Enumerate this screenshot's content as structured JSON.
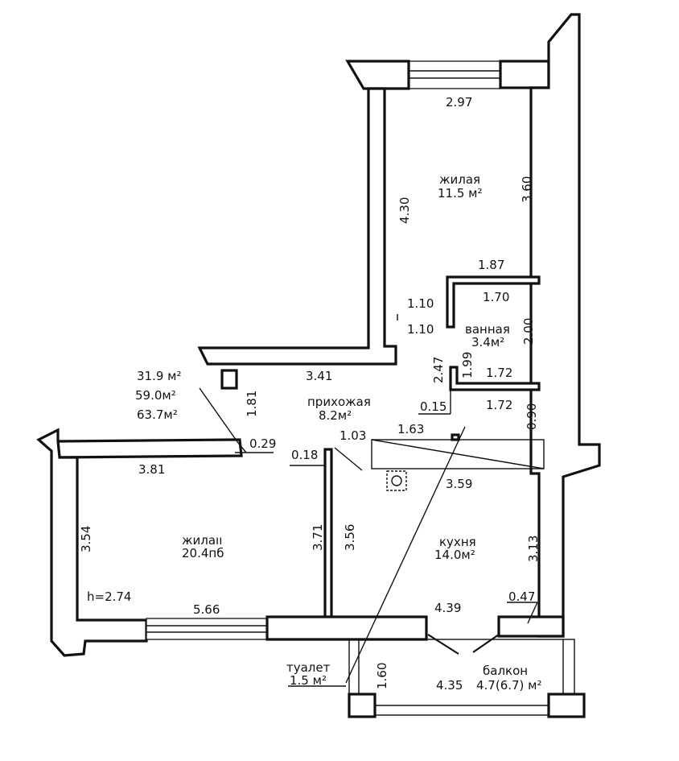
{
  "rooms": {
    "living_top": {
      "name": "жилая",
      "area": "11.5 м²"
    },
    "bath": {
      "name": "ванная",
      "area": "3.4м²"
    },
    "hall": {
      "name": "прихожая",
      "area": "8.2м²"
    },
    "living_left": {
      "name": "жилаıı",
      "area": "20.4пб"
    },
    "kitchen": {
      "name": "кухня",
      "area": "14.0м²"
    },
    "toilet": {
      "name": "туалет",
      "area": "1.5 м²"
    },
    "balcony": {
      "name": "балкон",
      "area": "4.7(6.7) м²"
    }
  },
  "areas": {
    "a1": "31.9 м²",
    "a2": "59.0м²",
    "a3": "63.7м²"
  },
  "ceiling": "h=2.74",
  "dims": {
    "d297": "2.97",
    "d360": "3.60",
    "d430": "4.30",
    "d187": "1.87",
    "d170": "1.70",
    "d110a": "1.10",
    "d110b": "1.10",
    "d200": "2.00",
    "d199": "1.99",
    "d247": "2.47",
    "d172a": "1.72",
    "d015": "0.15",
    "d172b": "1.72",
    "d341": "3.41",
    "d181": "1.81",
    "d029": "0.29",
    "d090": "0.90",
    "d163": "1.63",
    "d103": "1.03",
    "d018": "0.18",
    "d359": "3.59",
    "d381": "3.81",
    "d354": "3.54",
    "d371": "3.71",
    "d356": "3.56",
    "d313": "3.13",
    "d566": "5.66",
    "d439": "4.39",
    "d047": "0.47",
    "d160": "1.60",
    "d435": "4.35"
  }
}
